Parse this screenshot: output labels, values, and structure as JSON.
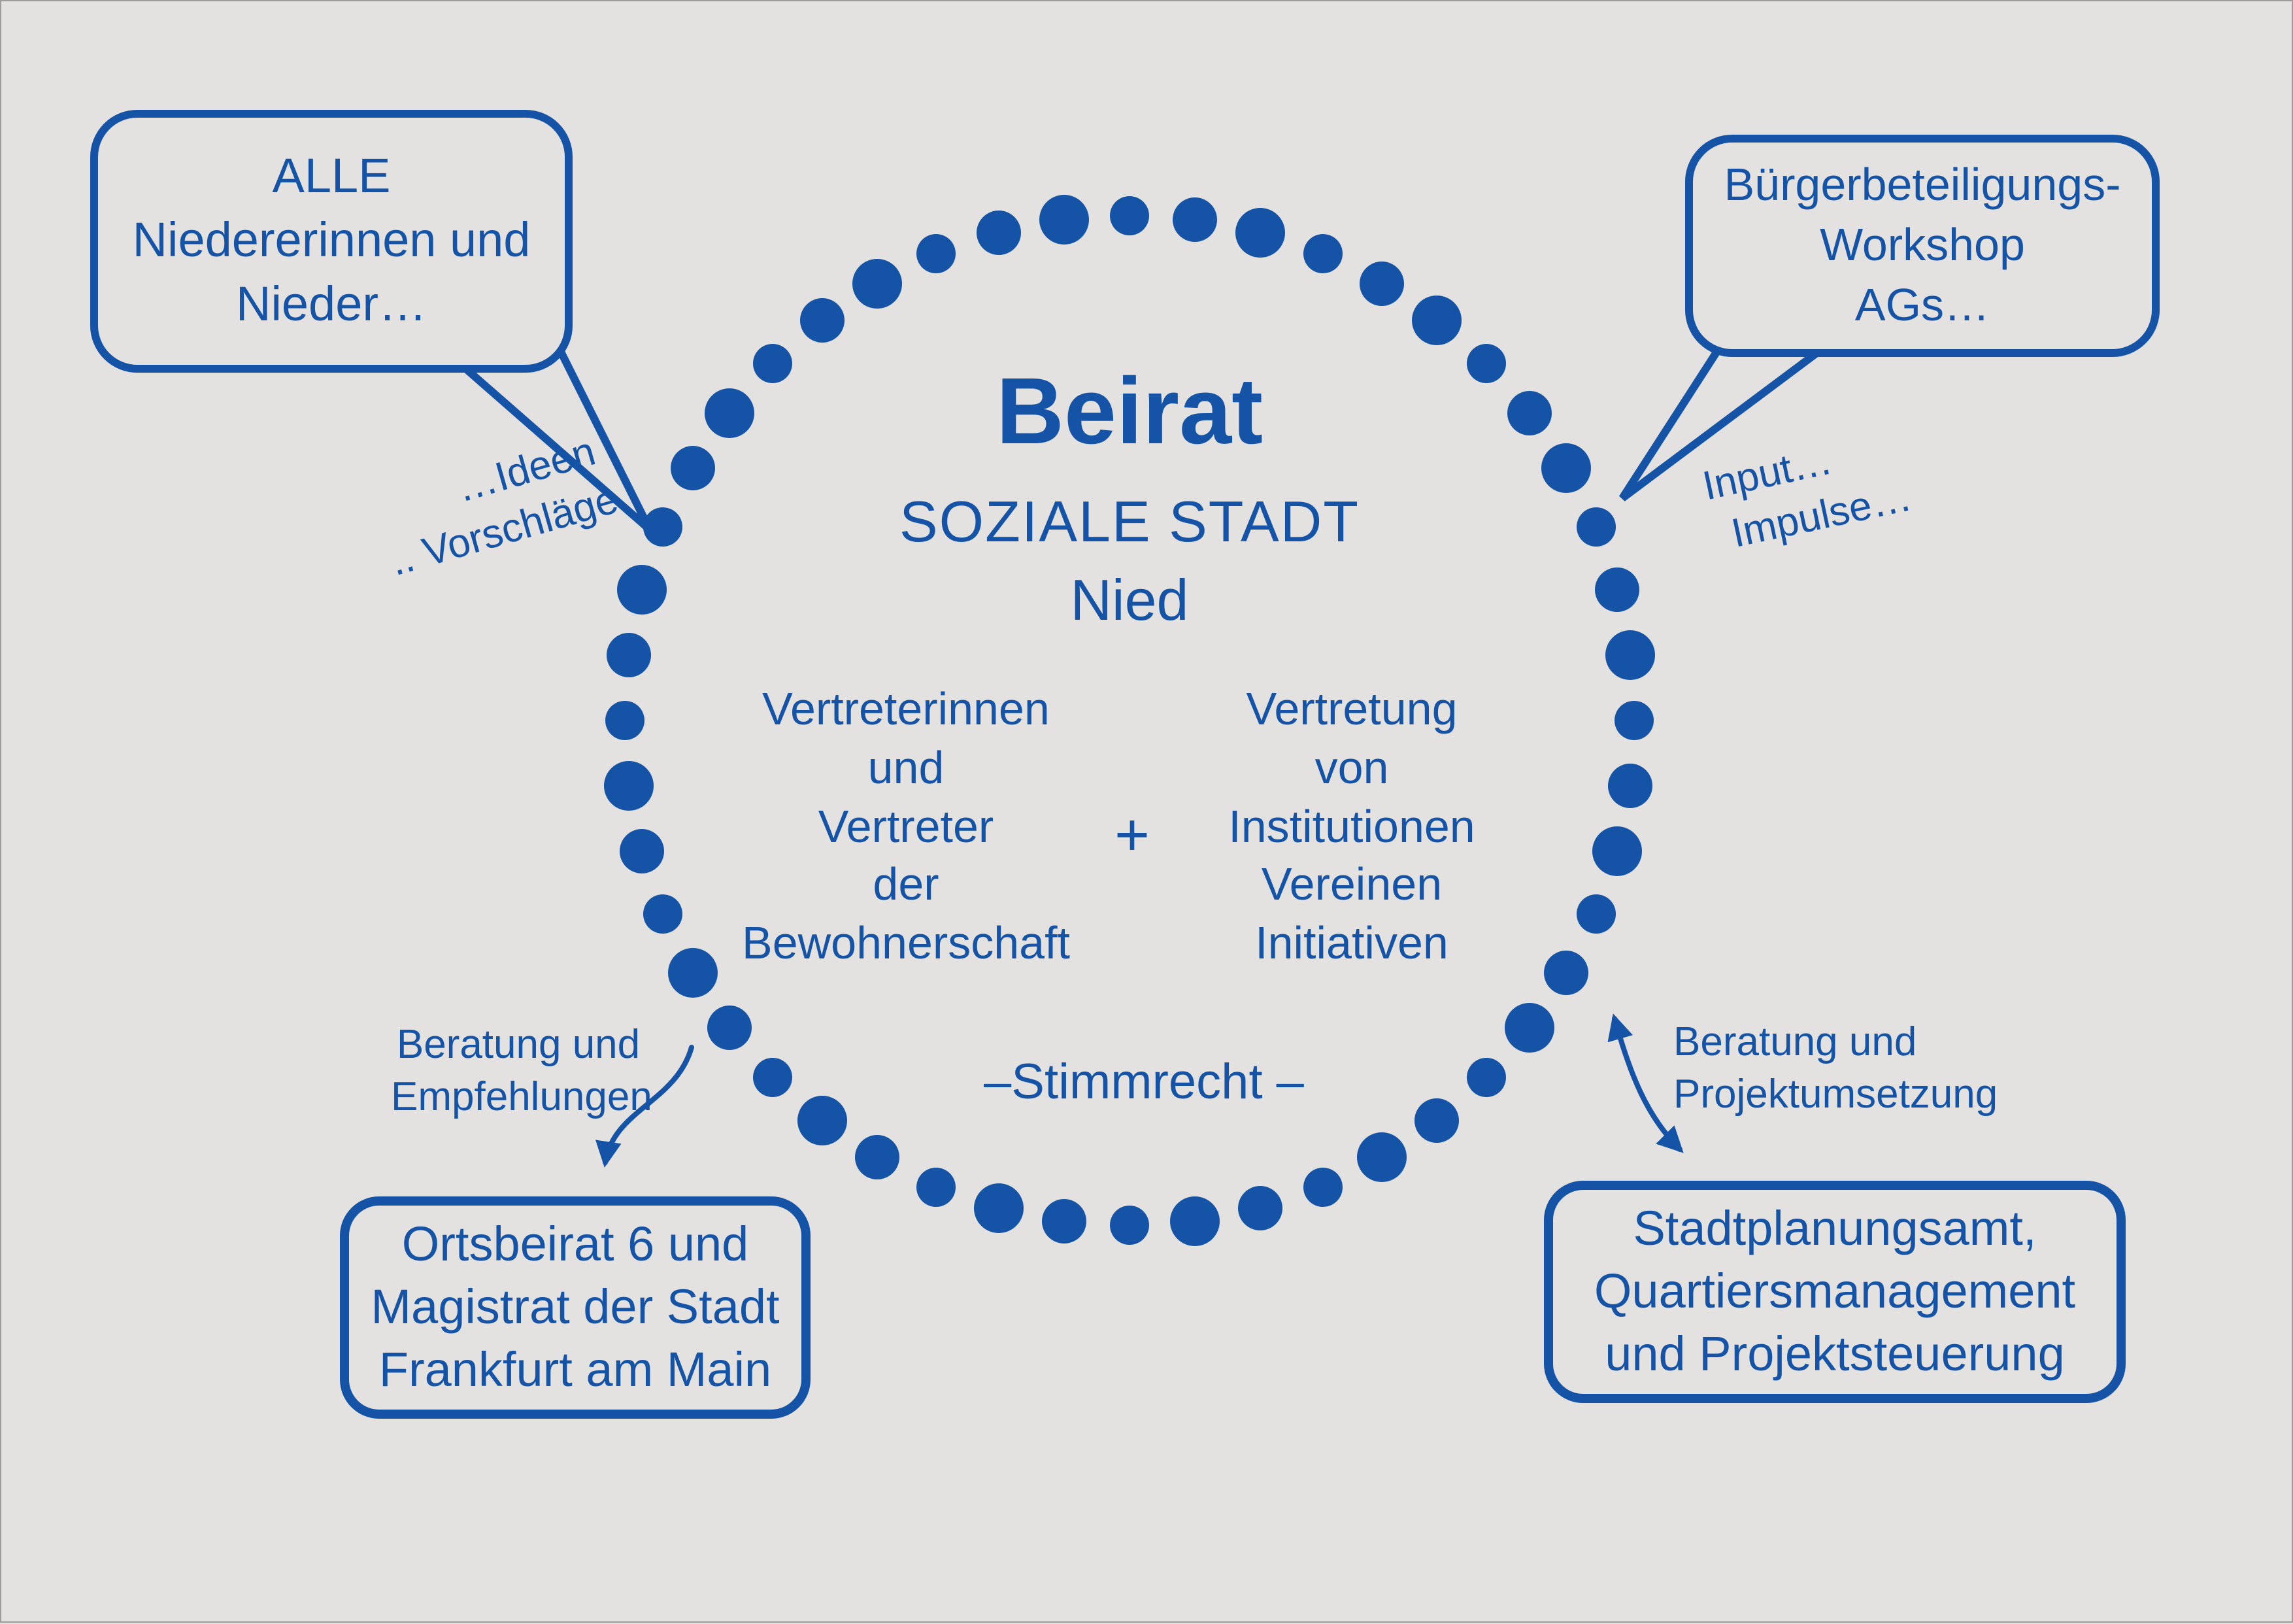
{
  "diagram": {
    "title": "Beirat",
    "subtitle": "SOZIALE STADT",
    "subtitle2": "Nied",
    "left_column": {
      "lines": [
        "Vertreterinnen",
        "und",
        "Vertreter",
        "der",
        "Bewohnerschaft"
      ]
    },
    "plus": "+",
    "right_column": {
      "lines": [
        "Vertretung",
        "von",
        "Institutionen",
        "Vereinen",
        "Initiativen"
      ]
    },
    "voting_note": "–Stimmrecht –"
  },
  "bubbles": {
    "top_left": {
      "lines": [
        "ALLE",
        "Niedererinnen und",
        "Nieder…"
      ]
    },
    "top_right": {
      "lines": [
        "Bürgerbeteiligungs-",
        "Workshop",
        "AGs…"
      ]
    }
  },
  "annotations": {
    "ideas": {
      "lines": [
        "…Ideen",
        ".. Vorschläge"
      ]
    },
    "input": {
      "lines": [
        "Input…",
        "Impulse…"
      ]
    },
    "advice_left": {
      "lines": [
        "Beratung und",
        "Empfehlungen"
      ]
    },
    "advice_right": {
      "lines": [
        "Beratung und",
        "Projektumsetzung"
      ]
    }
  },
  "boxes": {
    "bottom_left": {
      "lines": [
        "Ortsbeirat 6 und",
        "Magistrat der Stadt",
        "Frankfurt am Main"
      ]
    },
    "bottom_right": {
      "lines": [
        "Stadtplanungsamt,",
        "Quartiersmanagement",
        "und Projektsteuerung"
      ]
    }
  },
  "colors": {
    "blue": "#1453a5",
    "background": "#e3e2e1"
  }
}
